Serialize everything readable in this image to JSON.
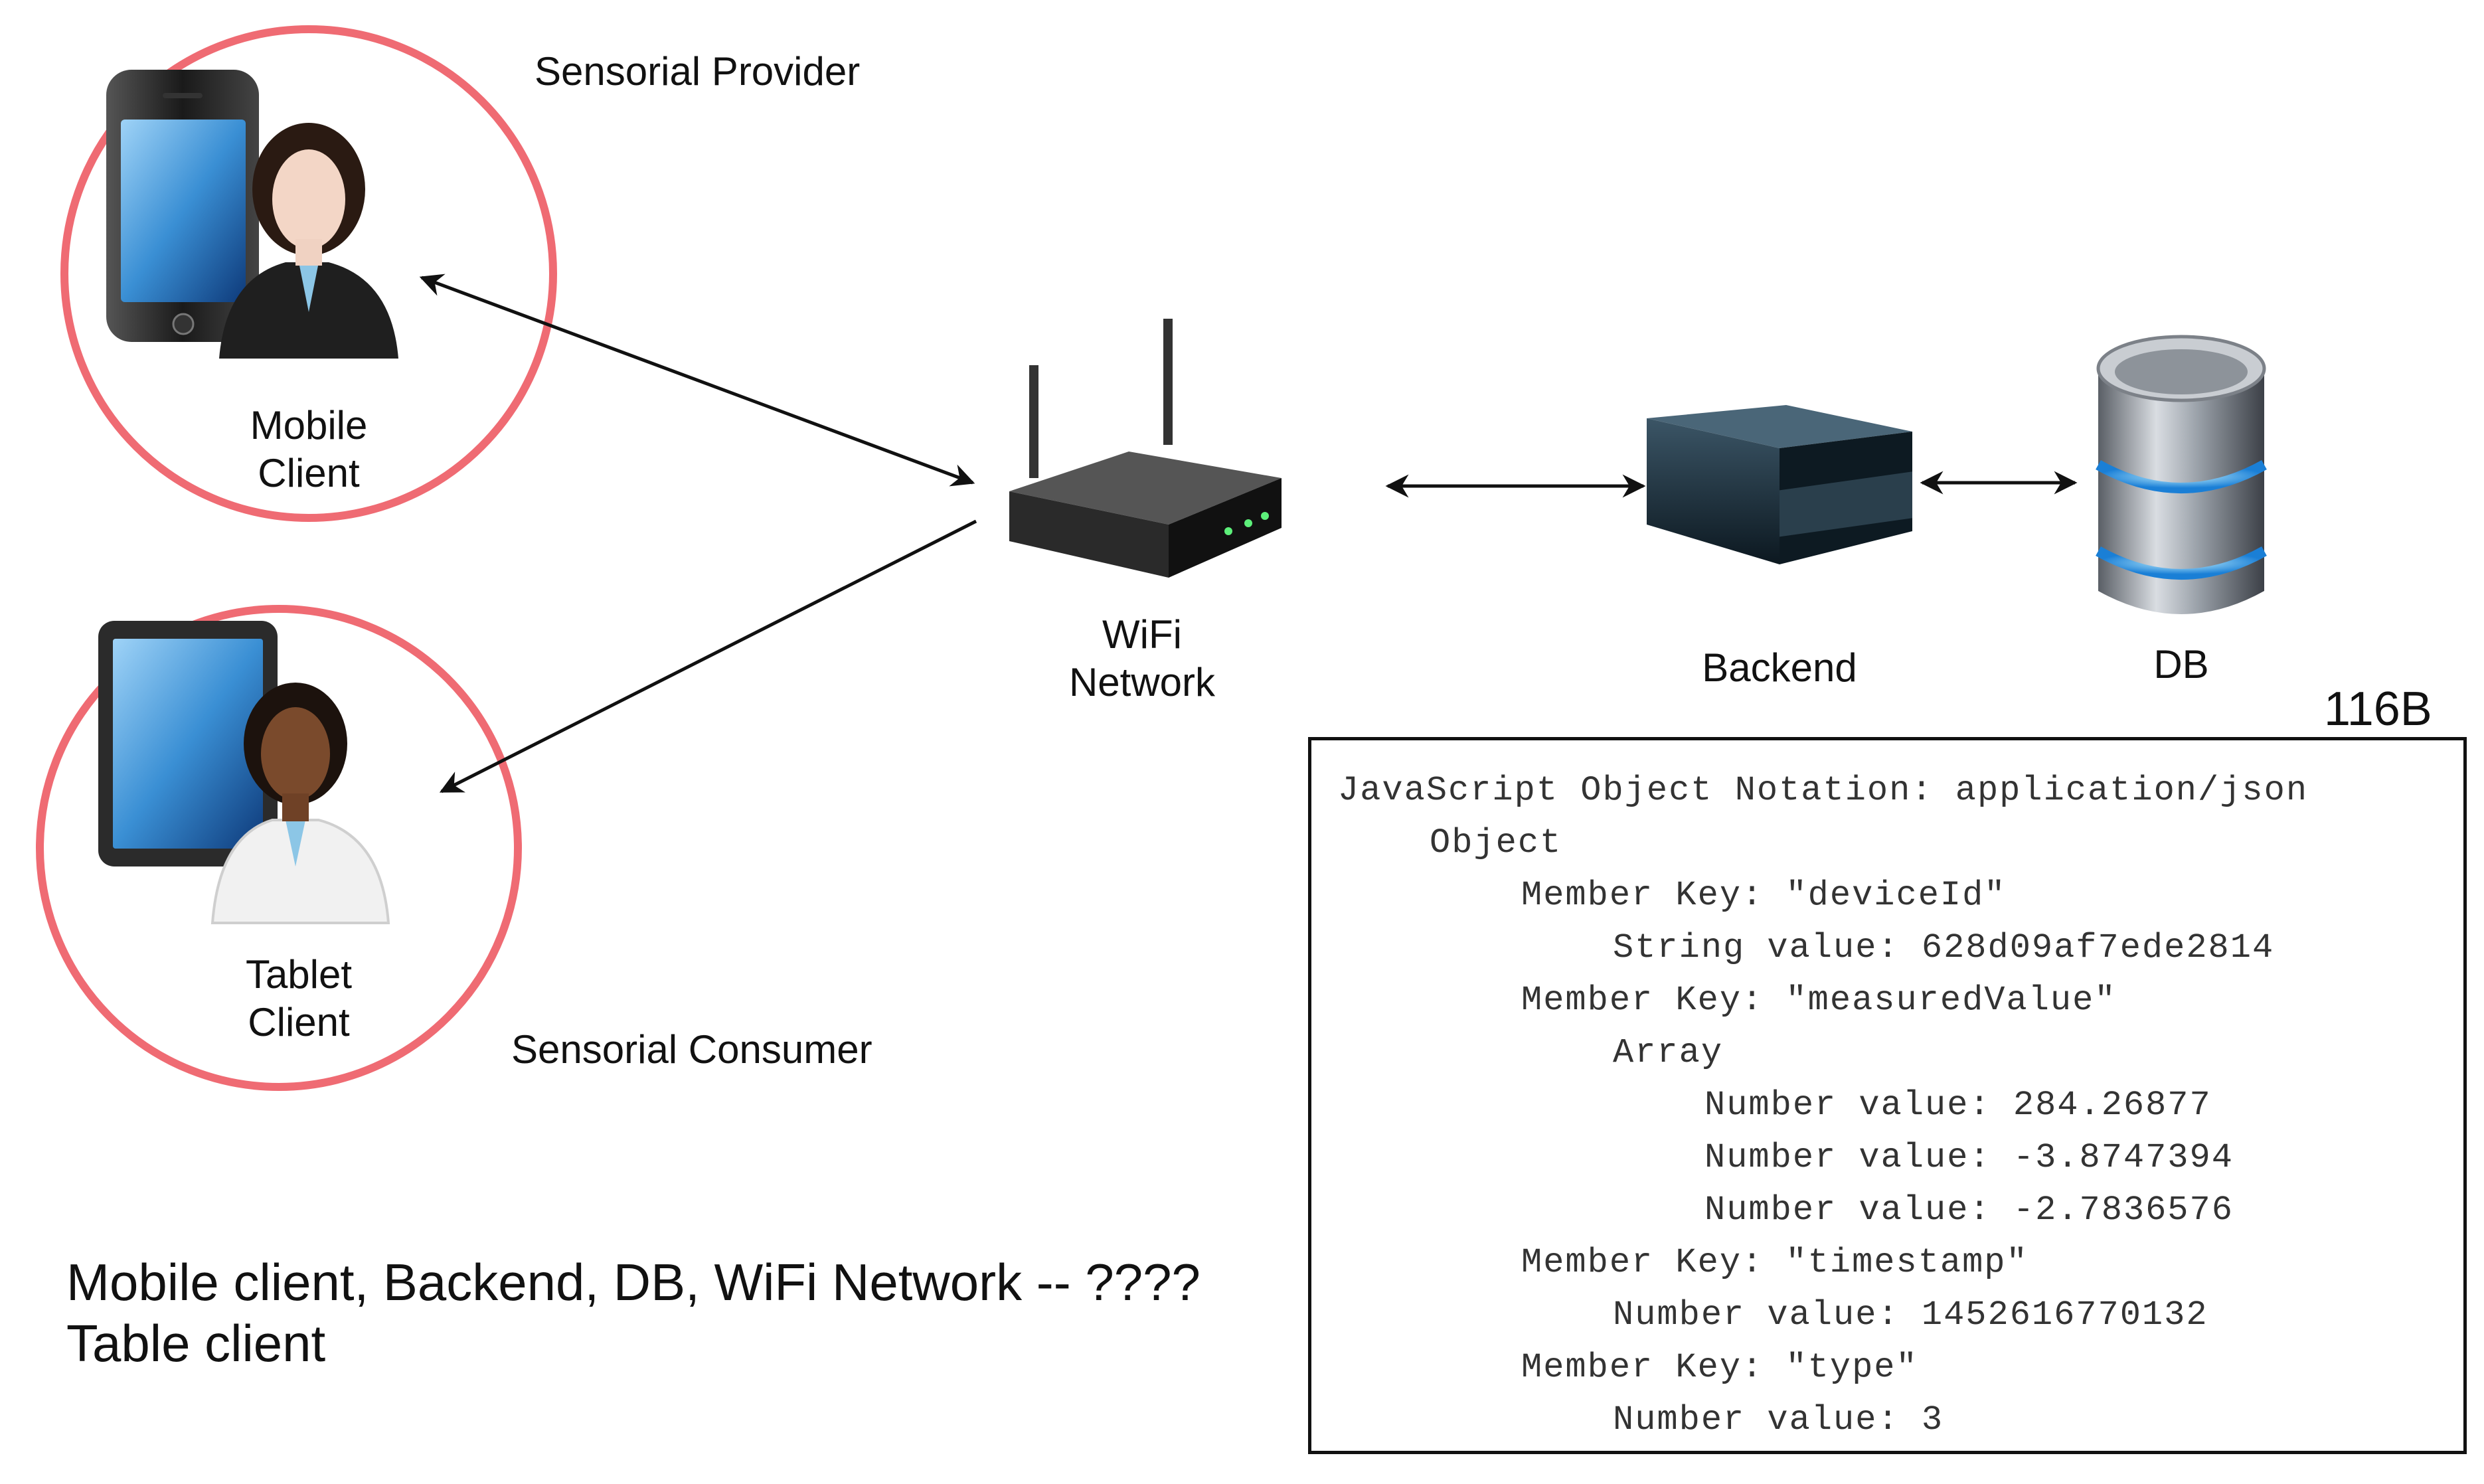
{
  "labels": {
    "sensorial_provider": "Sensorial Provider",
    "sensorial_consumer": "Sensorial Consumer",
    "mobile_client": [
      "Mobile",
      "Client"
    ],
    "tablet_client": [
      "Tablet",
      "Client"
    ],
    "wifi_network": [
      "WiFi",
      "Network"
    ],
    "backend": "Backend",
    "db": "DB",
    "size": "116B"
  },
  "caption": {
    "line1": "Mobile client, Backend, DB, WiFi Network -- ????",
    "line2": "Table client"
  },
  "json_tree": [
    {
      "indent": 0,
      "text": "JavaScript Object Notation: application/json"
    },
    {
      "indent": 1,
      "text": "Object"
    },
    {
      "indent": 2,
      "text": "Member Key: \"deviceId\""
    },
    {
      "indent": 3,
      "text": "String value: 628d09af7ede2814"
    },
    {
      "indent": 2,
      "text": "Member Key: \"measuredValue\""
    },
    {
      "indent": 3,
      "text": "Array"
    },
    {
      "indent": 4,
      "text": "Number value: 284.26877"
    },
    {
      "indent": 4,
      "text": "Number value: -3.8747394"
    },
    {
      "indent": 4,
      "text": "Number value: -2.7836576"
    },
    {
      "indent": 2,
      "text": "Member Key: \"timestamp\""
    },
    {
      "indent": 3,
      "text": "Number value: 1452616770132"
    },
    {
      "indent": 2,
      "text": "Member Key: \"type\""
    },
    {
      "indent": 3,
      "text": "Number value: 3"
    }
  ],
  "icons": {
    "mobile": "smartphone-icon",
    "tablet": "tablet-icon",
    "user_mobile": "businesswoman-icon",
    "user_tablet": "businesswoman-icon",
    "router": "wifi-router-icon",
    "server": "server-icon",
    "database": "database-icon"
  },
  "colors": {
    "circle": "#ef6b73",
    "arrow": "#111111",
    "db_glow": "#3fb8ff"
  }
}
